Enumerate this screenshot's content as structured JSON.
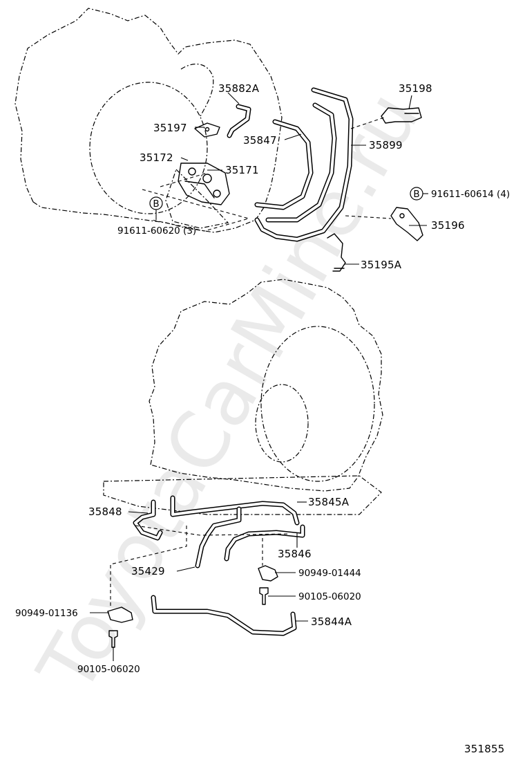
{
  "watermark": "ToyotaCarMine.ru",
  "figure_number": "351855",
  "labels": {
    "p35882A": "35882A",
    "p35198": "35198",
    "p35197": "35197",
    "p35847": "35847",
    "p35899": "35899",
    "p35172": "35172",
    "p35171": "35171",
    "bolt_b_right": "91611-60614 (4)",
    "p35196": "35196",
    "bolt_b_left": "91611-60620 (3)",
    "p35195A": "35195A",
    "p35848": "35848",
    "p35845A": "35845A",
    "p35846": "35846",
    "p35429": "35429",
    "p90949_01444": "90949-01444",
    "p90105_06020_right": "90105-06020",
    "p90949_01136": "90949-01136",
    "p35844A": "35844A",
    "p90105_06020_left": "90105-06020"
  },
  "circle_marker": "B"
}
